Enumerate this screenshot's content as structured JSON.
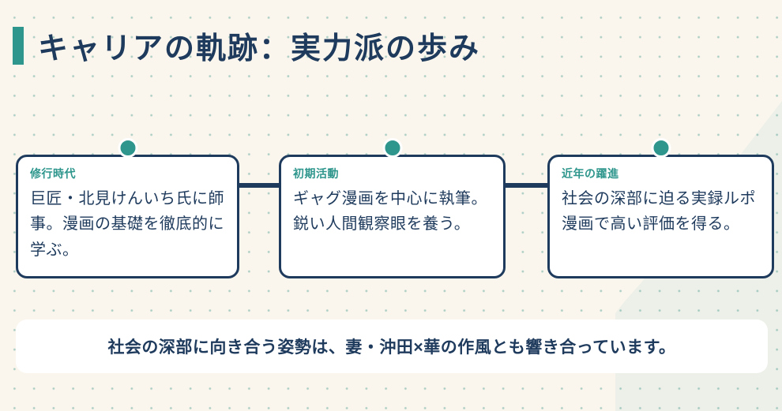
{
  "colors": {
    "background": "#faf6ed",
    "navy": "#1e3a5c",
    "teal": "#2e968c",
    "card_background": "#ffffff",
    "corner_tint": "#edf0e8",
    "dot_grid": "rgba(47,140,130,0.38)"
  },
  "header": {
    "title": "キャリアの軌跡：実力派の歩み"
  },
  "timeline": {
    "items": [
      {
        "label": "修行時代",
        "description": "巨匠・北見けんいち氏に師事。漫画の基礎を徹底的に学ぶ。"
      },
      {
        "label": "初期活動",
        "description": "ギャグ漫画を中心に執筆。鋭い人間観察眼を養う。"
      },
      {
        "label": "近年の躍進",
        "description": "社会の深部に迫る実録ルポ漫画で高い評価を得る。"
      }
    ]
  },
  "footer": {
    "note": "社会の深部に向き合う姿勢は、妻・沖田×華の作風とも響き合っています。"
  }
}
